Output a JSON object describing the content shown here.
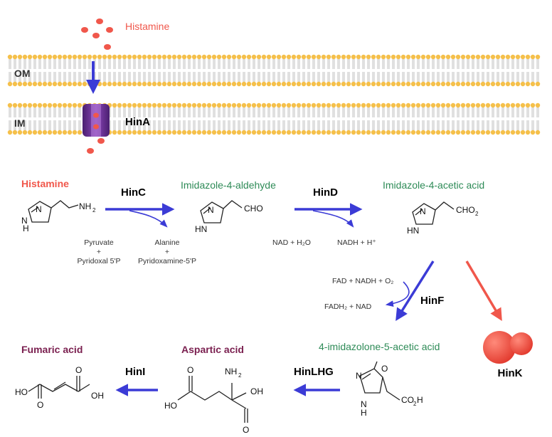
{
  "membrane": {
    "outer_label": "OM",
    "inner_label": "IM",
    "transporter_label": "HinA",
    "substrate_label": "Histamine"
  },
  "pathway": {
    "histamine": "Histamine",
    "hinC": "HinC",
    "imidazole_aldehyde": "Imidazole-4-aldehyde",
    "hinD": "HinD",
    "imidazole_acetic": "Imidazole-4-acetic acid",
    "hinF": "HinF",
    "hinK": "HinK",
    "imidazolone": "4-imidazolone-5-acetic acid",
    "hinLHG": "HinLHG",
    "aspartic": "Aspartic acid",
    "hinI": "HinI",
    "fumaric": "Fumaric acid",
    "pyruvate": "Pyruvate",
    "plus": "+",
    "pyridoxal": "Pyridoxal 5'P",
    "alanine": "Alanine",
    "pyridoxamine": "Pyridoxamine-5'P",
    "nad_h2o": "NAD + H₂O",
    "nadh_h": "NADH + H⁺",
    "fad_in": "FAD + NADH + O₂",
    "fad_out": "FADH₂ + NAD"
  },
  "colors": {
    "arrow_blue": "#3b3bd6",
    "arrow_red": "#f0574b",
    "histamine_red": "#f0574b",
    "compound_green": "#2e8b57",
    "compound_purple": "#7a1f4f",
    "transporter_purple": "#6b2d8f",
    "lipid_head": "#f5c04a"
  },
  "icons": [
    "histamine-molecule-icon",
    "transporter-protein-icon",
    "hink-enzyme-icon"
  ]
}
